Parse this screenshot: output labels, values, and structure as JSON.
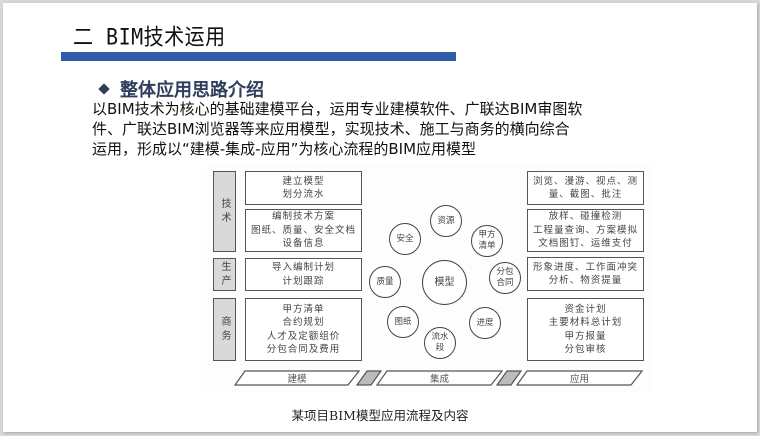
{
  "slide": {
    "title": "二 BIM技术运用",
    "accent_color": "#2f5ea8",
    "heading_color": "#2f3e5c",
    "section_heading": "整体应用思路介绍",
    "intro_lines": [
      "以BIM技术为核心的基础建模平台，运用专业建模软件、广联达BIM审图软",
      "件、广联达BIM浏览器等来应用模型，实现技术、施工与商务的横向综合",
      "运用，形成以“建模-集成-应用”为核心流程的BIM应用模型"
    ]
  },
  "diagram": {
    "categories": [
      {
        "label": "技术"
      },
      {
        "label": "生产"
      },
      {
        "label": "商务"
      }
    ],
    "left_boxes": [
      {
        "lines": [
          "建立模型",
          "划分流水"
        ]
      },
      {
        "lines": [
          "编制技术方案",
          "图纸、质量、安全文档",
          "设备信息"
        ]
      },
      {
        "lines": [
          "导入编制计划",
          "计划跟踪"
        ]
      },
      {
        "lines": [
          "甲方清单",
          "合约规划",
          "人才及定额组价",
          "分包合同及费用"
        ]
      }
    ],
    "center_node": {
      "label": "模型"
    },
    "circles": [
      {
        "lines": [
          "资源"
        ]
      },
      {
        "lines": [
          "安全"
        ]
      },
      {
        "lines": [
          "甲方",
          "清单"
        ]
      },
      {
        "lines": [
          "质量"
        ]
      },
      {
        "lines": [
          "分包",
          "合同"
        ]
      },
      {
        "lines": [
          "图纸"
        ]
      },
      {
        "lines": [
          "进度"
        ]
      },
      {
        "lines": [
          "流水",
          "段"
        ]
      }
    ],
    "right_boxes": [
      {
        "lines": [
          "浏览、漫游、视点、测",
          "量、截图、批注"
        ]
      },
      {
        "lines": [
          "放样、碰撞检测",
          "工程量查询、方案模拟",
          "文档图钉、运维支付"
        ]
      },
      {
        "lines": [
          "形象进度、工作面冲突",
          "分析、物资提量"
        ]
      },
      {
        "lines": [
          "资金计划",
          "主要材料总计划",
          "甲方报量",
          "分包审核"
        ]
      }
    ],
    "process_steps": [
      {
        "label": "建模"
      },
      {
        "label": "集成"
      },
      {
        "label": "应用"
      }
    ],
    "caption": "某项目BIM模型应用流程及内容"
  }
}
